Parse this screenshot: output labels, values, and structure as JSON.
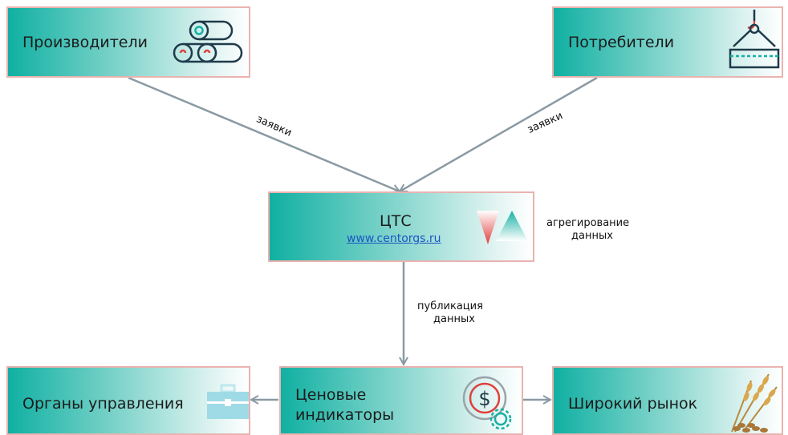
{
  "nodes": {
    "producers": {
      "label": "Производители"
    },
    "consumers": {
      "label": "Потребители"
    },
    "cts": {
      "label": "ЦТС",
      "link": "www.centorgs.ru"
    },
    "government": {
      "label": "Органы управления"
    },
    "indicators": {
      "label_line1": "Ценовые",
      "label_line2": "индикаторы"
    },
    "market": {
      "label": "Широкий рынок"
    }
  },
  "edges": {
    "orders_left": "заявки",
    "orders_right": "заявки",
    "aggregation_line1": "агрегирование",
    "aggregation_line2": "данных",
    "publication_line1": "публикация",
    "publication_line2": "данных"
  },
  "colors": {
    "box_start": "#10b0a2",
    "box_border": "#eab3b0",
    "arrow": "#8a9aa3",
    "icon_dark": "#1f3a4a",
    "icon_red": "#e0403c",
    "icon_teal": "#17b0a4"
  },
  "icons": [
    "pipes-icon",
    "crane-icon",
    "logo-triangles-icon",
    "briefcase-icon",
    "dollar-gear-icon",
    "wheat-icon"
  ]
}
